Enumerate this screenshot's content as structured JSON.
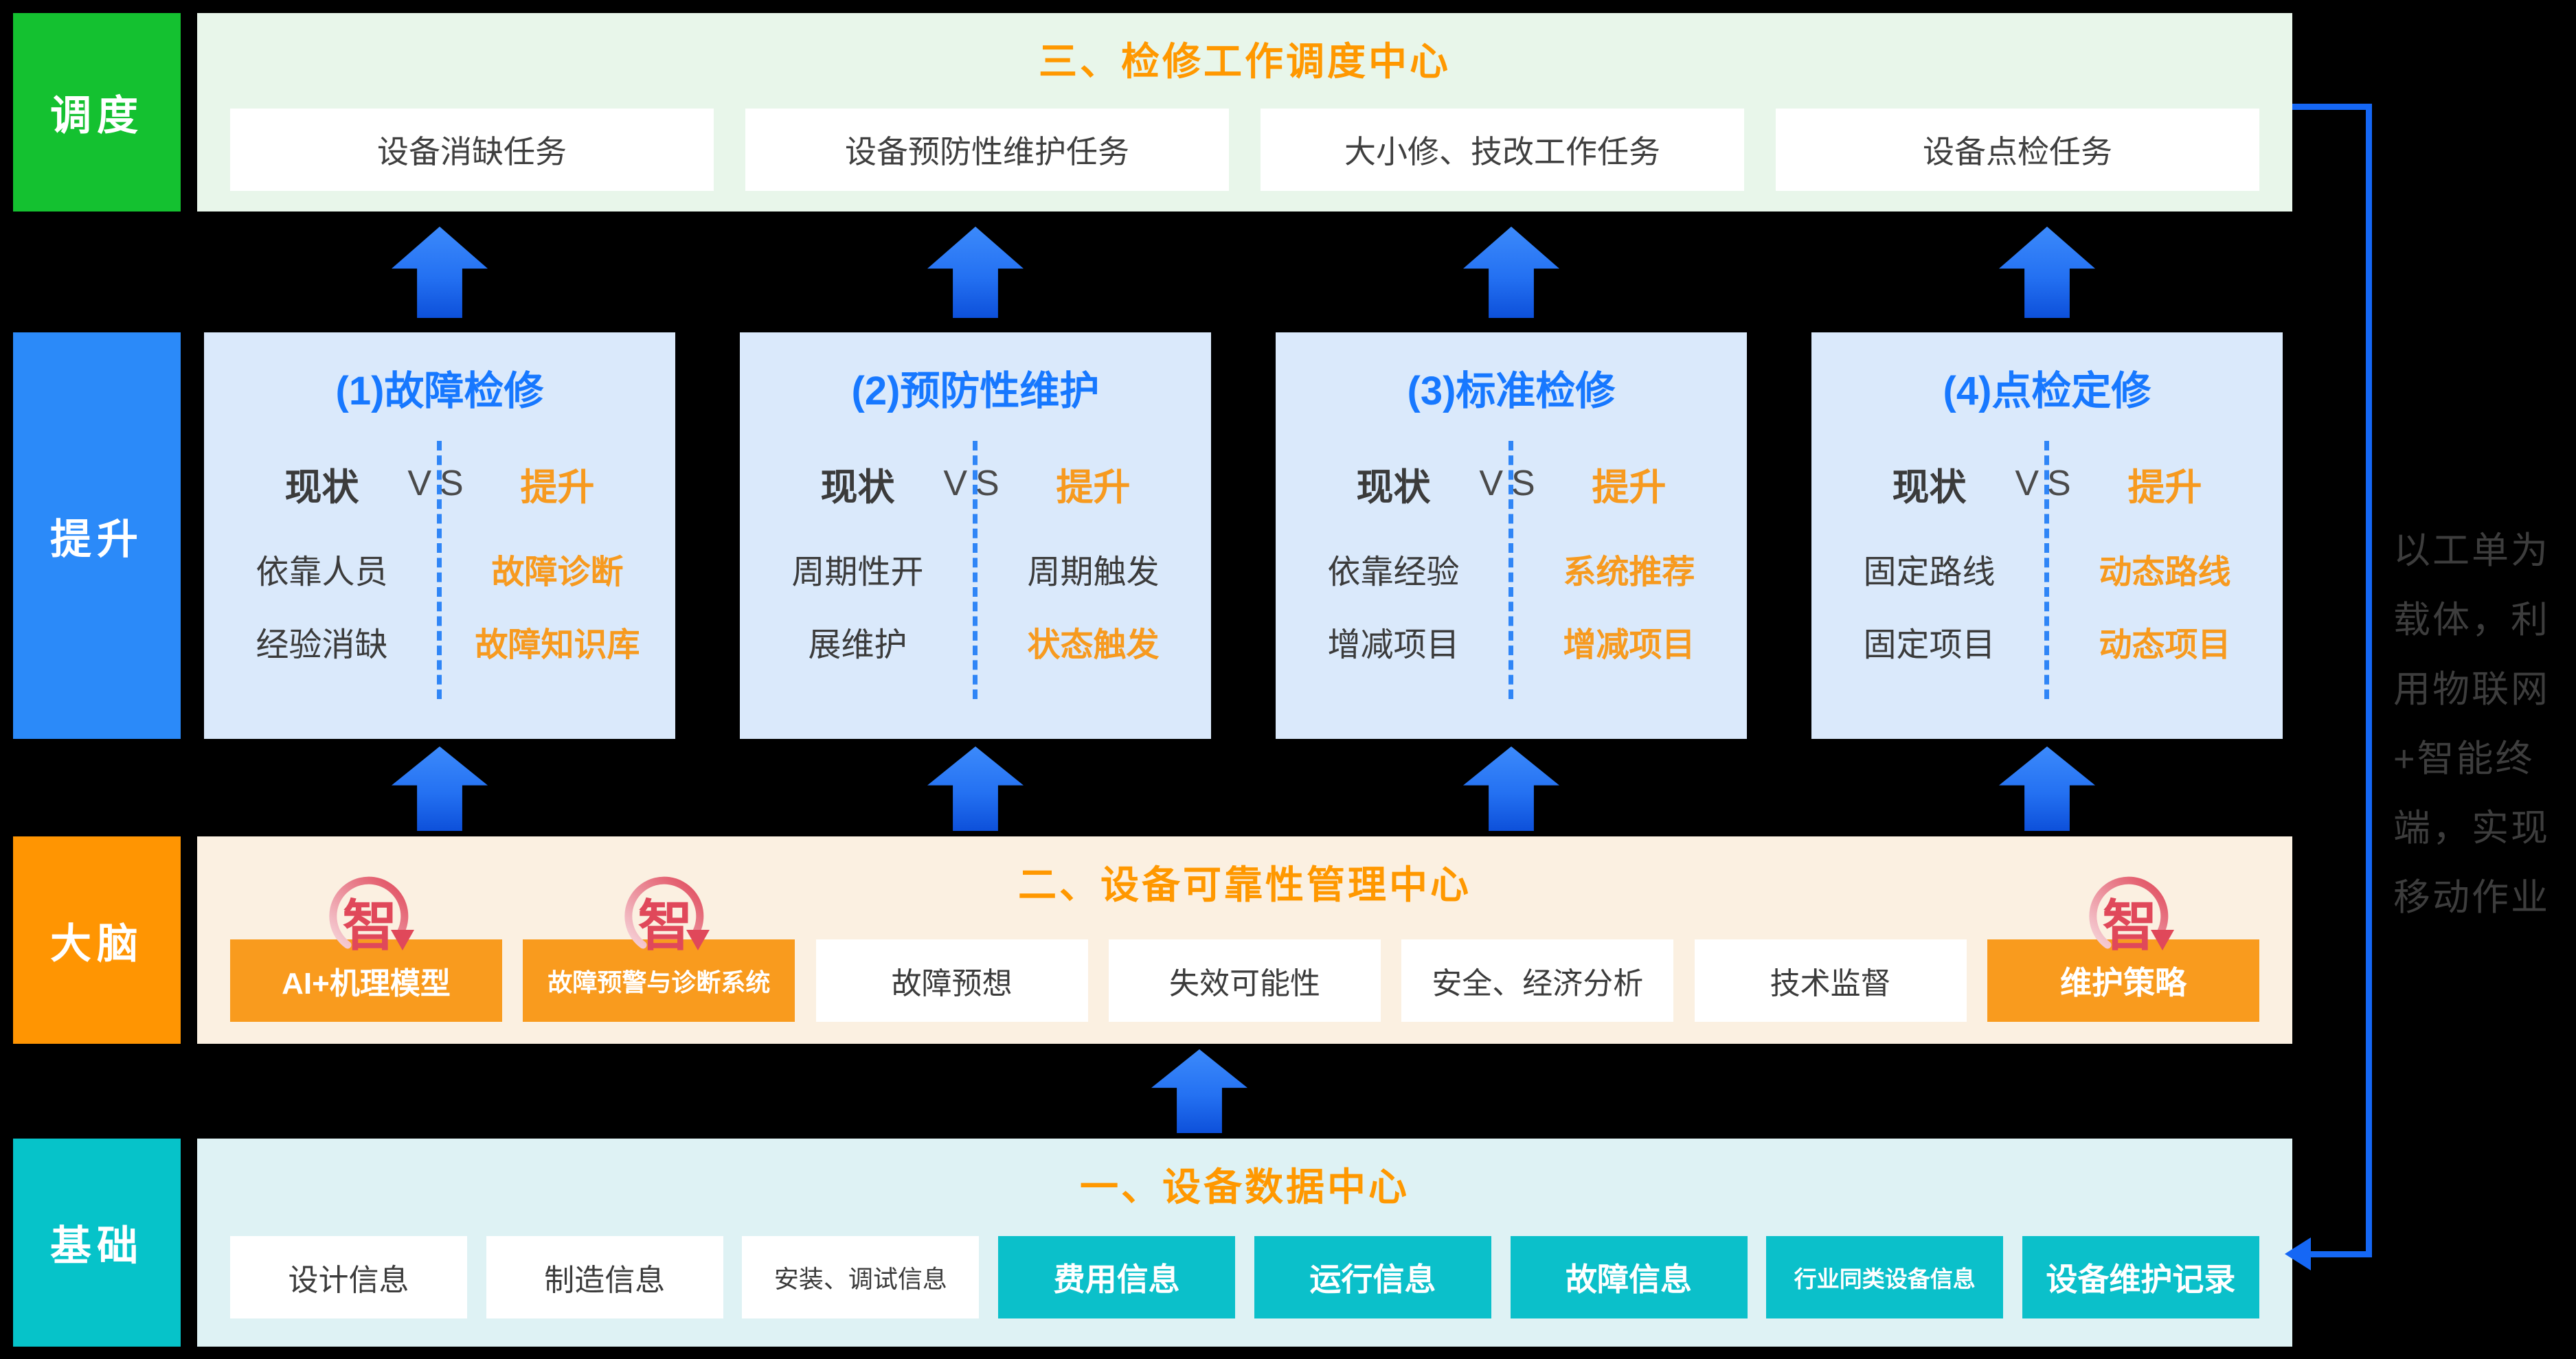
{
  "palette": {
    "rail_green": "#14c130",
    "rail_blue": "#2b8af9",
    "rail_orange": "#ff9502",
    "rail_teal": "#06c3c9",
    "band_green_bg": "#e8f6ea",
    "compare_box_bg": "#dae9fb",
    "band_cream_bg": "#fbf0e1",
    "band_teal_bg": "#def2f4",
    "title_orange": "#ff9800",
    "highlight_orange": "#f79a1f",
    "compare_title_blue": "#1778ff",
    "orange_button_bg": "#f99b1e",
    "teal_button_bg": "#0bc0ca",
    "up_arrow_blue": "#2471f2",
    "connector_blue": "#1567f5",
    "zhi_badge_red": "#e0485a"
  },
  "rail": {
    "items": [
      {
        "label": "调度"
      },
      {
        "label": "提升"
      },
      {
        "label": "大脑"
      },
      {
        "label": "基础"
      }
    ]
  },
  "dispatch": {
    "title": "三、检修工作调度中心",
    "tasks": [
      {
        "label": "设备消缺任务"
      },
      {
        "label": "设备预防性维护任务"
      },
      {
        "label": "大小修、技改工作任务"
      },
      {
        "label": "设备点检任务"
      }
    ]
  },
  "improve": {
    "boxes": [
      {
        "title": "(1)故障检修",
        "current_label": "现状",
        "vs_label": "VS",
        "improve_label": "提升",
        "rows": [
          {
            "left": "依靠人员",
            "right": "故障诊断"
          },
          {
            "left": "经验消缺",
            "right": "故障知识库"
          }
        ]
      },
      {
        "title": "(2)预防性维护",
        "current_label": "现状",
        "vs_label": "VS",
        "improve_label": "提升",
        "rows": [
          {
            "left": "周期性开",
            "right": "周期触发"
          },
          {
            "left": "展维护",
            "right": "状态触发"
          }
        ]
      },
      {
        "title": "(3)标准检修",
        "current_label": "现状",
        "vs_label": "VS",
        "improve_label": "提升",
        "rows": [
          {
            "left": "依靠经验",
            "right": "系统推荐"
          },
          {
            "left": "增减项目",
            "right": "增减项目"
          }
        ]
      },
      {
        "title": "(4)点检定修",
        "current_label": "现状",
        "vs_label": "VS",
        "improve_label": "提升",
        "rows": [
          {
            "left": "固定路线",
            "right": "动态路线"
          },
          {
            "left": "固定项目",
            "right": "动态项目"
          }
        ]
      }
    ]
  },
  "brain": {
    "title": "二、设备可靠性管理中心",
    "badge_char": "智",
    "items": [
      {
        "label": "AI+机理模型"
      },
      {
        "label": "故障预警与诊断系统"
      },
      {
        "label": "故障预想"
      },
      {
        "label": "失效可能性"
      },
      {
        "label": "安全、经济分析"
      },
      {
        "label": "技术监督"
      },
      {
        "label": "维护策略"
      }
    ]
  },
  "data_center": {
    "title": "一、设备数据中心",
    "items": [
      {
        "label": "设计信息"
      },
      {
        "label": "制造信息"
      },
      {
        "label": "安装、调试信息"
      },
      {
        "label": "费用信息"
      },
      {
        "label": "运行信息"
      },
      {
        "label": "故障信息"
      },
      {
        "label": "行业同类设备信息"
      },
      {
        "label": "设备维护记录"
      }
    ]
  },
  "side_note": {
    "lines": [
      {
        "text": "以工单为"
      },
      {
        "text": "载体，利"
      },
      {
        "text": "用物联网"
      },
      {
        "text": "+智能终"
      },
      {
        "text": "端，实现"
      },
      {
        "text": "移动作业"
      }
    ]
  }
}
